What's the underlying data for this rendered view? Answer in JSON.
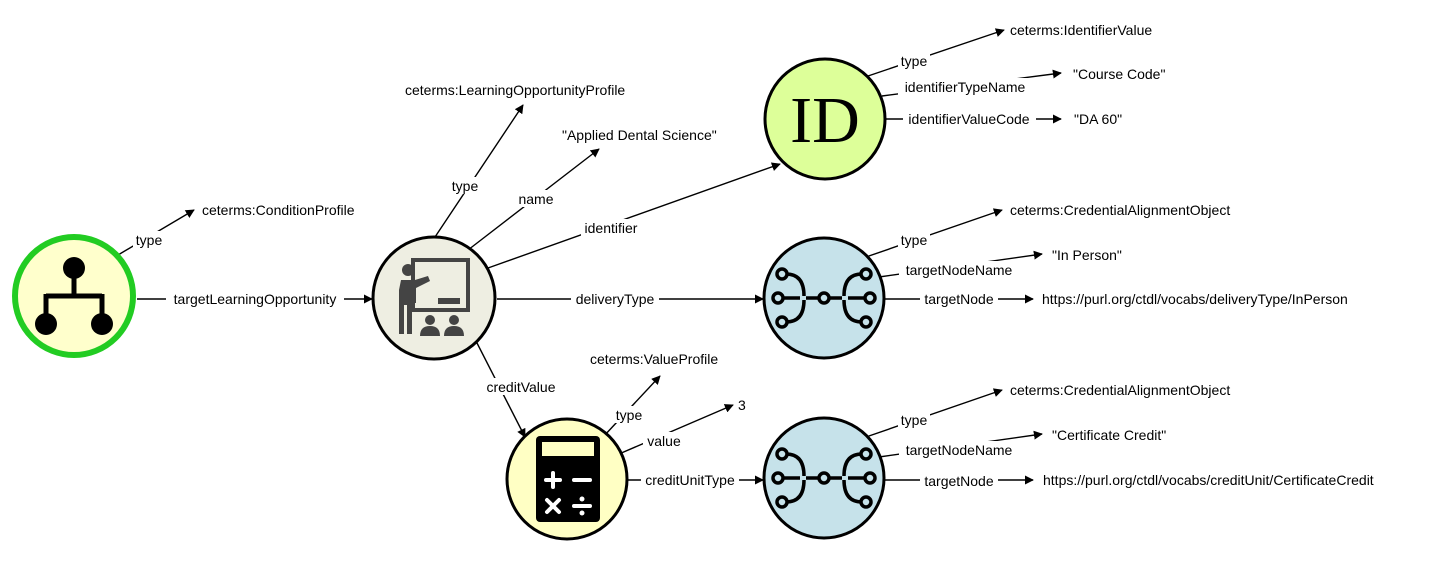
{
  "colors": {
    "condition_fill": "#ffffcc",
    "condition_ring": "#22cc22",
    "learning_fill": "#eeeee2",
    "identifier_fill": "#ddff99",
    "alignment_fill": "#c6e2ea",
    "value_fill": "#ffffc4"
  },
  "nodes": {
    "condition": {
      "icon": "hierarchy-icon"
    },
    "learning": {
      "icon": "classroom-teacher-icon"
    },
    "identifier": {
      "icon": "id-badge-icon",
      "text": "ID"
    },
    "delivery": {
      "icon": "alignment-network-icon"
    },
    "value": {
      "icon": "calculator-icon"
    },
    "credit_unit": {
      "icon": "alignment-network-icon"
    }
  },
  "edges": {
    "condition_type": "type",
    "target_learning_opportunity": "targetLearningOpportunity",
    "lo_type": "type",
    "lo_name": "name",
    "lo_identifier": "identifier",
    "lo_delivery_type": "deliveryType",
    "lo_credit_value": "creditValue",
    "id_type": "type",
    "id_type_name": "identifierTypeName",
    "id_value_code": "identifierValueCode",
    "dt_type": "type",
    "dt_target_node_name": "targetNodeName",
    "dt_target_node": "targetNode",
    "cv_type": "type",
    "cv_value": "value",
    "cv_credit_unit_type": "creditUnitType",
    "cu_type": "type",
    "cu_target_node_name": "targetNodeName",
    "cu_target_node": "targetNode"
  },
  "values": {
    "condition_profile": "ceterms:ConditionProfile",
    "learning_opportunity_profile": "ceterms:LearningOpportunityProfile",
    "lo_name": "\"Applied Dental Science\"",
    "identifier_value": "ceterms:IdentifierValue",
    "course_code": "\"Course Code\"",
    "da60": "\"DA 60\"",
    "alignment_object_1": "ceterms:CredentialAlignmentObject",
    "in_person": "\"In Person\"",
    "delivery_url": "https://purl.org/ctdl/vocabs/deliveryType/InPerson",
    "value_profile": "ceterms:ValueProfile",
    "credit_value_number": "3",
    "alignment_object_2": "ceterms:CredentialAlignmentObject",
    "certificate_credit": "\"Certificate Credit\"",
    "credit_unit_url": "https://purl.org/ctdl/vocabs/creditUnit/CertificateCredit"
  }
}
